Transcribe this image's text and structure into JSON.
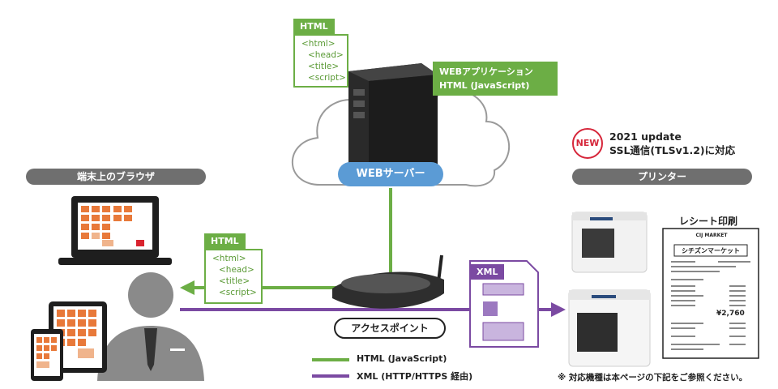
{
  "browser_label": "端末上のブラウザ",
  "printer_label": "プリンター",
  "server": {
    "tag": "HTML",
    "code": [
      "<html>",
      "<head>",
      "<title>",
      "<script>"
    ],
    "app_line1": "WEBアプリケーション",
    "app_line2": "HTML (JavaScript)",
    "web_server": "WEBサーバー"
  },
  "client_code": {
    "tag": "HTML",
    "code": [
      "<html>",
      "<head>",
      "<title>",
      "<script>"
    ]
  },
  "xml_tag": "XML",
  "access_point": "アクセスポイント",
  "legend": [
    {
      "label": "HTML (JavaScript)",
      "color": "#6cae45"
    },
    {
      "label": "XML (HTTP/HTTPS 経由)",
      "color": "#7b4aa2"
    }
  ],
  "update": {
    "badge": "NEW",
    "line1": "2021 update",
    "line2": "SSL通信(TLSv1.2)に対応"
  },
  "receipt": {
    "title": "レシート印刷",
    "store_small": "CIJ MARKET",
    "store": "シチズンマーケット",
    "total": "¥2,760"
  },
  "note": "※ 対応機種は本ページの下記をご参照ください。",
  "colors": {
    "green": "#6cae45",
    "purple": "#7b4aa2",
    "blue": "#5b9bd5",
    "gray": "#6f6f6f",
    "orange": "#e8793a"
  }
}
